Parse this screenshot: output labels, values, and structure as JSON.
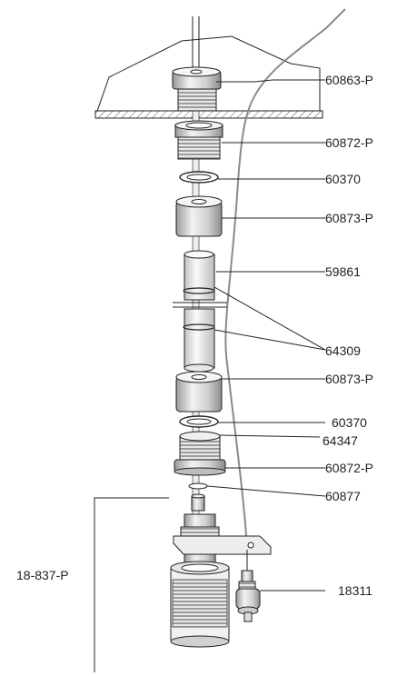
{
  "diagram": {
    "labels": [
      {
        "id": "60863-P-a",
        "text": "60863-P"
      },
      {
        "id": "60872-P-a",
        "text": "60872-P"
      },
      {
        "id": "60370-a",
        "text": "60370"
      },
      {
        "id": "60873-P-a",
        "text": "60873-P"
      },
      {
        "id": "59861",
        "text": "59861"
      },
      {
        "id": "64309",
        "text": "64309"
      },
      {
        "id": "60873-P-b",
        "text": "60873-P"
      },
      {
        "id": "60370-b",
        "text": "60370"
      },
      {
        "id": "64347",
        "text": "64347"
      },
      {
        "id": "60872-P-b",
        "text": "60872-P"
      },
      {
        "id": "60877",
        "text": "60877"
      },
      {
        "id": "18-837-P",
        "text": "18-837-P"
      },
      {
        "id": "18311",
        "text": "18311"
      }
    ],
    "colors": {
      "line": "#222222",
      "cable": "#8a8a8a",
      "part_light": "#f4f4f4",
      "part_mid": "#d6d6d6",
      "part_dark": "#9a9a9a",
      "thread": "#777777"
    }
  }
}
